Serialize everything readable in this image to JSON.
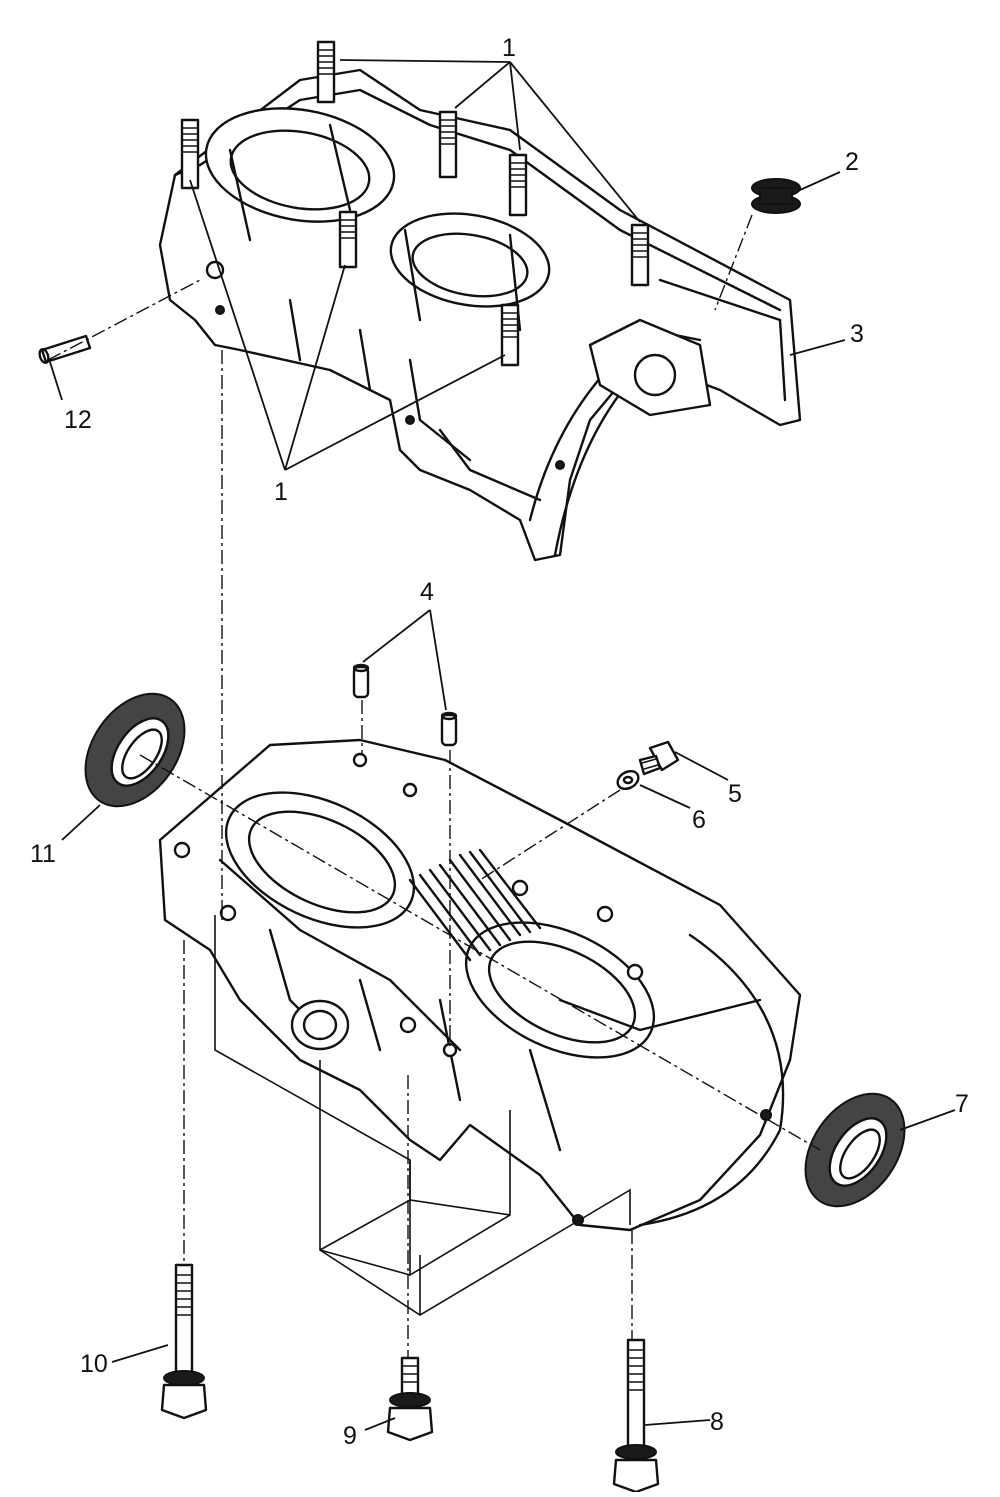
{
  "callouts": {
    "c1_top": "1",
    "c1_bottom": "1",
    "c2": "2",
    "c3": "3",
    "c4": "4",
    "c5": "5",
    "c6": "6",
    "c7": "7",
    "c8": "8",
    "c9": "9",
    "c10": "10",
    "c11": "11",
    "c12": "12"
  }
}
